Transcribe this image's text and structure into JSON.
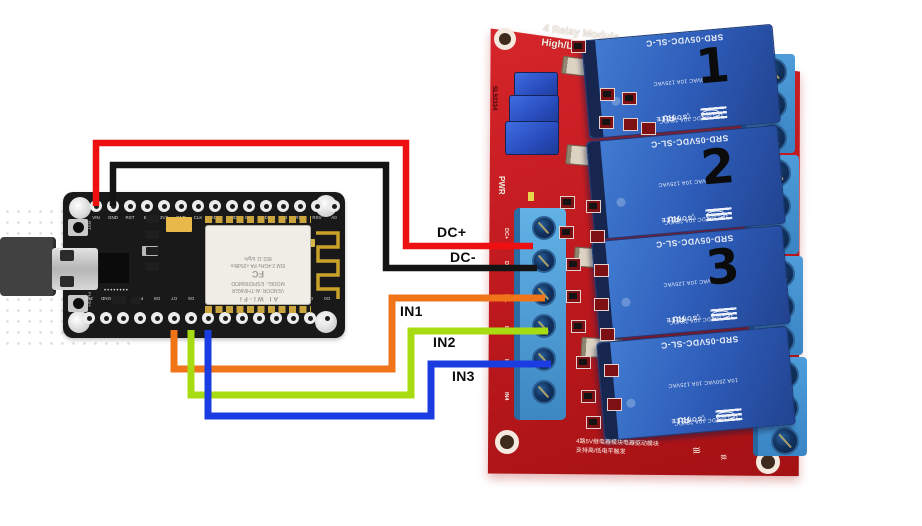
{
  "colors": {
    "wire_red": "#ee1010",
    "wire_black": "#141414",
    "wire_orange": "#f07418",
    "wire_green": "#a8dc12",
    "wire_blue": "#1a3ce0",
    "pcb_red": "#c01a1f",
    "relay_blue": "#2d5cb8",
    "terminal_blue": "#4a9ad8"
  },
  "wire_labels": {
    "dc_plus": "DC+",
    "dc_minus": "DC-",
    "in1": "IN1",
    "in2": "IN2",
    "in3": "IN3"
  },
  "relay_module": {
    "title_line1": "4 Relay Module",
    "title_line2": "High/Low Level",
    "serial": "SL52334",
    "pwr_label": "PWR",
    "input_labels": [
      "DC+",
      "DC-",
      "IN1",
      "IN2",
      "IN3",
      "IN4"
    ],
    "bottom_text_line1": "4路5V继电器模块电器驱动模块",
    "bottom_text_line2": "支持高/低电平触发",
    "relay": {
      "model": "SRD-05VDC-SL-C",
      "rating_line1": "10A 250VAC   10A 125VAC",
      "rating_line2": "10A 30VDC   10A 28VDC",
      "ul_mark": "ЯU",
      "triangle_mark": "▽",
      "cqc_mark": "CQC",
      "brand": "SONGLE",
      "numbers": [
        "1",
        "2",
        "3",
        ""
      ]
    }
  },
  "nodemcu": {
    "top_pins": [
      "VIN",
      "GND",
      "RST",
      "EN",
      "3V3",
      "GND",
      "CLK",
      "SD0",
      "CMD",
      "SD1",
      "SD2",
      "SD3",
      "RSV",
      "RSV",
      "A0"
    ],
    "bottom_pins": [
      "3V3",
      "GND",
      "TX",
      "RX",
      "D8",
      "D7",
      "D6",
      "D5",
      "GND",
      "3V3",
      "D4",
      "D3",
      "D2",
      "D1",
      "D0"
    ],
    "reset_button": "RST",
    "flash_button": "FLASH",
    "shield_lines": [
      "802.11 b/g/n",
      "ISM 2.4GHz  PA +25dBm",
      "FC",
      "MODEL: ESP8266MOD",
      "VENDOR: AI-THINKER",
      "AI   Wi-Fi"
    ]
  }
}
